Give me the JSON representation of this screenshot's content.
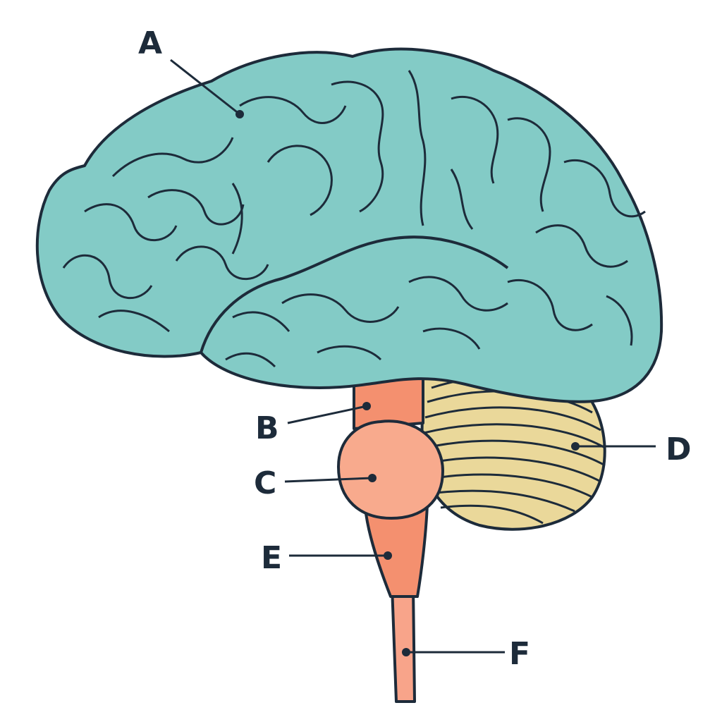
{
  "labels": {
    "a": "A",
    "b": "B",
    "c": "C",
    "d": "D",
    "e": "E",
    "f": "F"
  },
  "colors": {
    "background": "#ffffff",
    "cerebrum": "#83cbc6",
    "outline": "#1d2b3a",
    "midbrain": "#f4906f",
    "pons": "#f8aa8d",
    "medulla": "#f4906f",
    "spinal_cord": "#f8a48a",
    "cerebellum": "#ead89a"
  }
}
